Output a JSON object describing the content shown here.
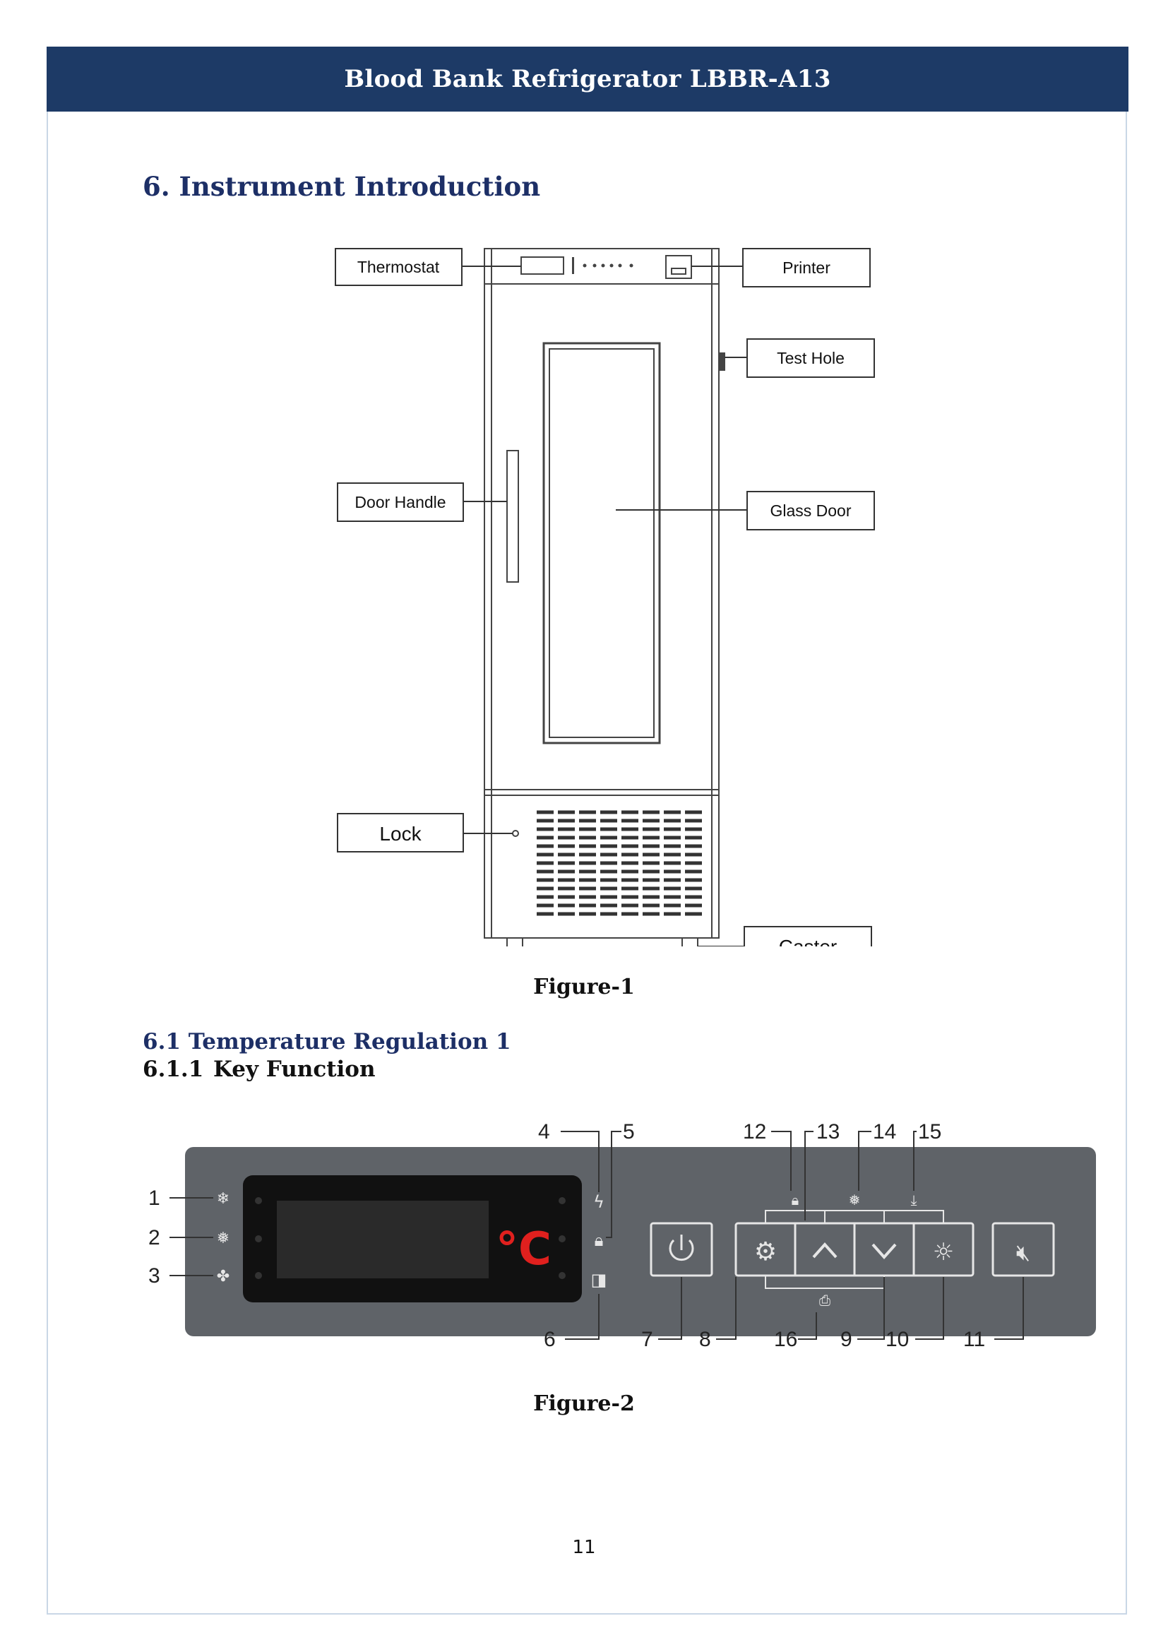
{
  "header": {
    "title": "Blood Bank Refrigerator LBBR-A13"
  },
  "section": {
    "heading": "6.  Instrument Introduction"
  },
  "figure1": {
    "caption": "Figure-1",
    "labels": {
      "thermostat": "Thermostat",
      "printer": "Printer",
      "test_hole": "Test Hole",
      "door_handle": "Door Handle",
      "glass_door": "Glass Door",
      "lock": "Lock",
      "caster": "Caster"
    }
  },
  "subsection": {
    "heading": "6.1 Temperature Regulation 1"
  },
  "subsubsection": {
    "number": "6.1.1",
    "title": "Key Function"
  },
  "figure2": {
    "caption": "Figure-2",
    "unit_display": "°C",
    "callouts": [
      "1",
      "2",
      "3",
      "4",
      "5",
      "6",
      "7",
      "8",
      "9",
      "10",
      "11",
      "12",
      "13",
      "14",
      "15",
      "16"
    ]
  },
  "page": {
    "number": "11"
  },
  "colors": {
    "header_bg": "#1d3a66",
    "heading": "#1d2f66",
    "panel": "#5f6368",
    "display_red": "#e0201e"
  }
}
